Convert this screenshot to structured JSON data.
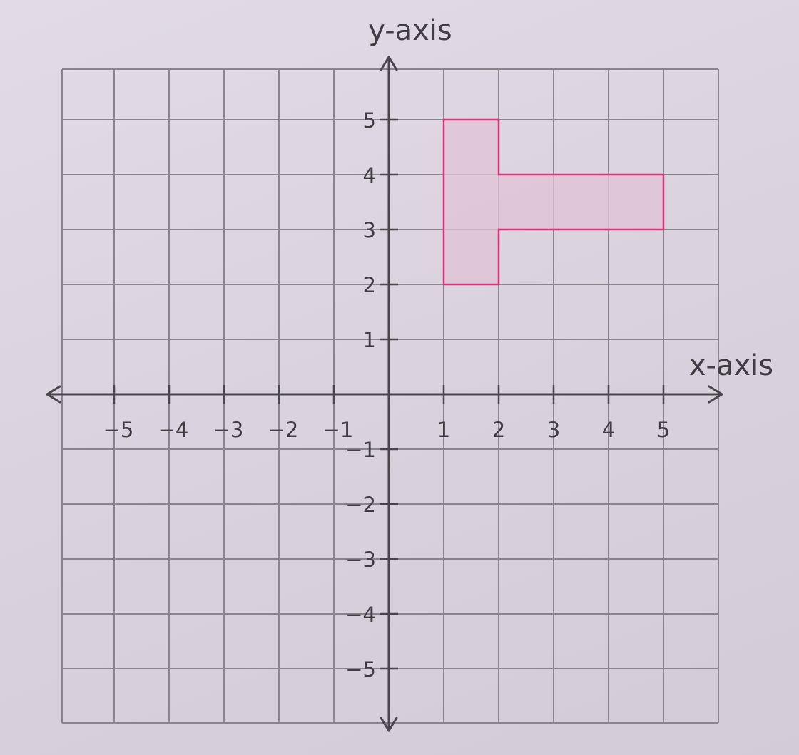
{
  "graph": {
    "y_axis_label": "y-axis",
    "x_axis_label": "x-axis",
    "x_ticks": [
      -5,
      -4,
      -3,
      -2,
      -1,
      1,
      2,
      3,
      4,
      5
    ],
    "y_ticks": [
      5,
      4,
      3,
      2,
      1,
      -1,
      -2,
      -3,
      -4,
      -5
    ],
    "x_tick_labels": [
      "−5",
      "−4",
      "−3",
      "−2",
      "−1",
      "1",
      "2",
      "3",
      "4",
      "5"
    ],
    "y_tick_labels": [
      "5",
      "4",
      "3",
      "2",
      "1",
      "−1",
      "−2",
      "−3",
      "−4",
      "−5"
    ],
    "grid_range": {
      "x": [
        -6,
        6
      ],
      "y": [
        -6,
        6
      ]
    },
    "shape": {
      "vertices": [
        [
          1,
          5
        ],
        [
          2,
          5
        ],
        [
          2,
          4
        ],
        [
          5,
          4
        ],
        [
          5,
          3
        ],
        [
          2,
          3
        ],
        [
          2,
          2
        ],
        [
          1,
          2
        ]
      ]
    },
    "colors": {
      "grid": "#8a858c",
      "axis": "#4a464c",
      "shape_stroke": "#d6367c",
      "shape_fill": "#e2c3d6",
      "text": "#403c42"
    }
  }
}
